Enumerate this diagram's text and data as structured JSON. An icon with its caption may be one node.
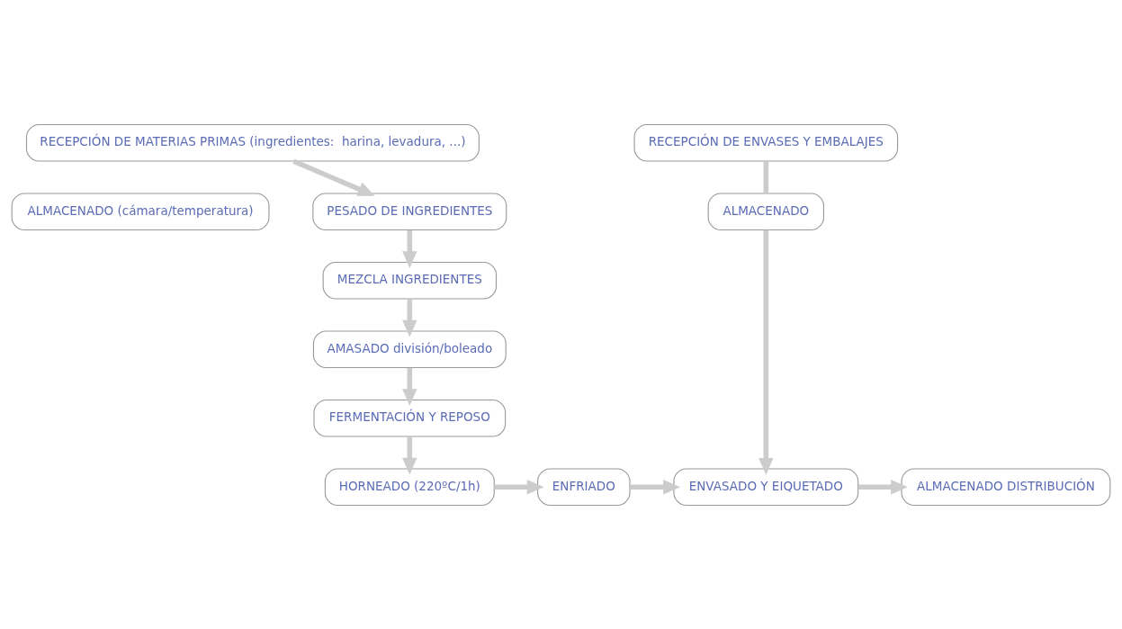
{
  "diagram": {
    "nodes": [
      {
        "text": [
          "RECEPCIÓN DE MATERIAS PRIMAS (ingredientes:  harina, levadura, ...)"
        ]
      },
      {
        "text": [
          "RECEPCIÓN DE ENVASES Y EMBALAJES"
        ]
      },
      {
        "text": [
          "ALMACENADO (cámara/temperatura)"
        ]
      },
      {
        "text": [
          "PESADO DE INGREDIENTES"
        ]
      },
      {
        "text": [
          "ALMACENADO"
        ]
      },
      {
        "text": [
          "MEZCLA INGREDIENTES"
        ]
      },
      {
        "text": [
          "AMASADO división/boleado"
        ]
      },
      {
        "text": [
          "FERMENTACIÓN Y REPOSO"
        ]
      },
      {
        "text": [
          "HORNEADO (220ºC/1h)"
        ]
      },
      {
        "text": [
          "ENFRIADO"
        ]
      },
      {
        "text": [
          "ENVASADO Y EIQUETADO"
        ]
      },
      {
        "text": [
          "ALMACENADO DISTRIBUCIÓN"
        ]
      }
    ],
    "edges": [
      {
        "from": 0,
        "to": 3,
        "arrow": "to"
      },
      {
        "from": 3,
        "to": 5,
        "arrow": "to"
      },
      {
        "from": 5,
        "to": 6,
        "arrow": "to"
      },
      {
        "from": 6,
        "to": 7,
        "arrow": "to"
      },
      {
        "from": 7,
        "to": 8,
        "arrow": "to"
      },
      {
        "from": 8,
        "to": 9,
        "arrow": "to"
      },
      {
        "from": 9,
        "to": 10,
        "arrow": "to"
      },
      {
        "from": 10,
        "to": 11,
        "arrow": "to"
      },
      {
        "from": 1,
        "to": 4,
        "arrow": "none"
      },
      {
        "from": 4,
        "to": 10,
        "arrow": "to"
      }
    ]
  }
}
